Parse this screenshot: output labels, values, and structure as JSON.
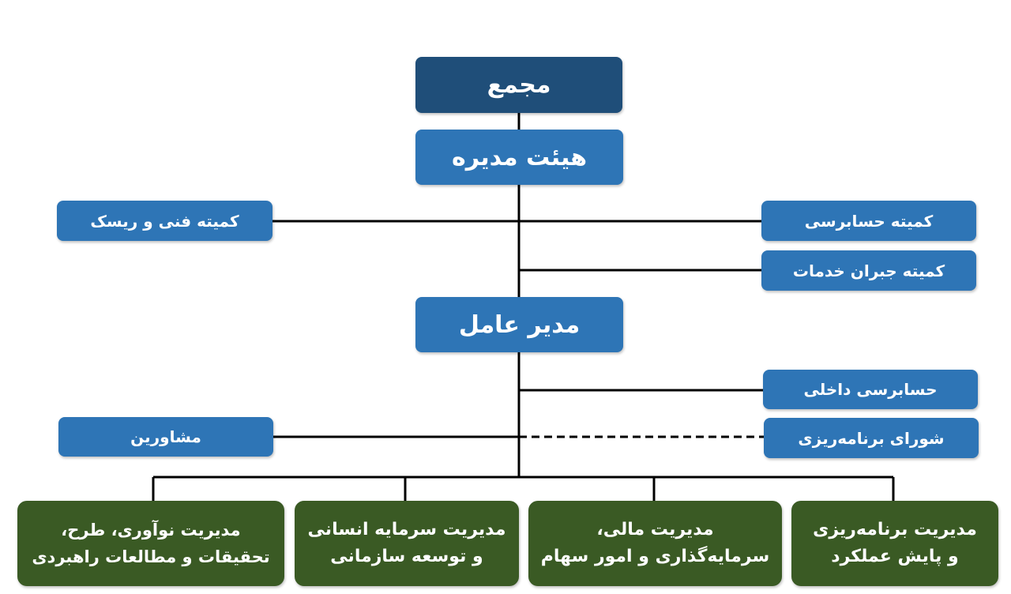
{
  "chart": {
    "assembly": "مجمع",
    "board": "هیئت مدیره",
    "tech_risk_committee": "کمیته فنی و ریسک",
    "audit_committee": "کمیته حسابرسی",
    "compensation_committee": "کمیته جبران خدمات",
    "ceo": "مدیر عامل",
    "internal_audit": "حسابرسی داخلی",
    "advisors": "مشاورین",
    "planning_council": "شورای برنامه‌ریزی",
    "departments": [
      {
        "line1": "مدیریت برنامه‌ریزی",
        "line2": "و پایش عملکرد"
      },
      {
        "line1": "مدیریت مالی،",
        "line2": "سرمایه‌گذاری و امور سهام"
      },
      {
        "line1": "مدیریت سرمایه انسانی",
        "line2": "و توسعه سازمانی"
      },
      {
        "line1": "مدیریت نوآوری، طرح،",
        "line2": "تحقیقات و مطالعات راهبردی"
      }
    ]
  },
  "colors": {
    "navy": "#1f4e79",
    "blue": "#2e75b6",
    "green": "#3a5a24",
    "line": "#000000"
  }
}
